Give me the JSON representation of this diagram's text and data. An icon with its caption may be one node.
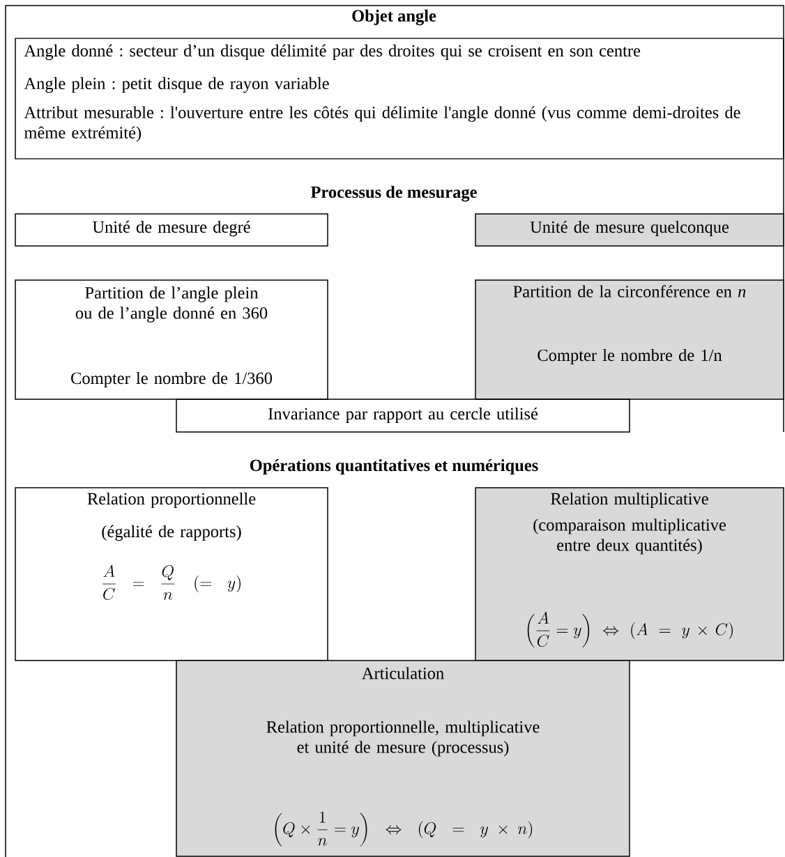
{
  "diagram": {
    "nodes": [
      {
        "text": [
          "Angle donné : secteur d’un disque délimité par des droites qui se croisent en son centre",
          "Angle plein : petit disque de rayon variable",
          "Attribut mesurable : l'ouverture entre les côtés qui délimite l'angle donné (vus comme demi-droites de même extrémité)"
        ]
      },
      {
        "text": [
          "Unité de mesure degré"
        ]
      },
      {
        "text": [
          "Unité de mesure quelconque"
        ]
      },
      {
        "text": [
          "Partition de l’angle plein ou de l’angle donné en 360",
          "Compter le nombre de 1/360"
        ]
      },
      {
        "text": [
          "Partition de la circonférence en *n*",
          "Compter le nombre de 1/n"
        ]
      },
      {
        "text": [
          "Invariance par rapport au cercle utilisé"
        ]
      },
      {
        "text": [
          "Relation proportionnelle",
          "(égalité de rapports)",
          "\\frac{A}{C}=\\frac{Q}{n}\\quad(=y)"
        ]
      },
      {
        "text": [
          "Relation multiplicative",
          "(comparaison multiplicative entre deux quantités)",
          "\\left(\\frac{A}{C}=y\\right)\\Leftrightarrow(A=y\\times C)"
        ]
      },
      {
        "text": [
          "Articulation",
          "Relation proportionnelle, multiplicative et unité de mesure (processus)",
          "\\left(Q\\times\\frac{1}{n}=y\\right)\\Leftrightarrow(Q=y\\times n)"
        ]
      }
    ],
    "labels": [
      "Objet angle",
      "Processus de mesurage",
      "Opérations quantitatives et numériques"
    ]
  }
}
